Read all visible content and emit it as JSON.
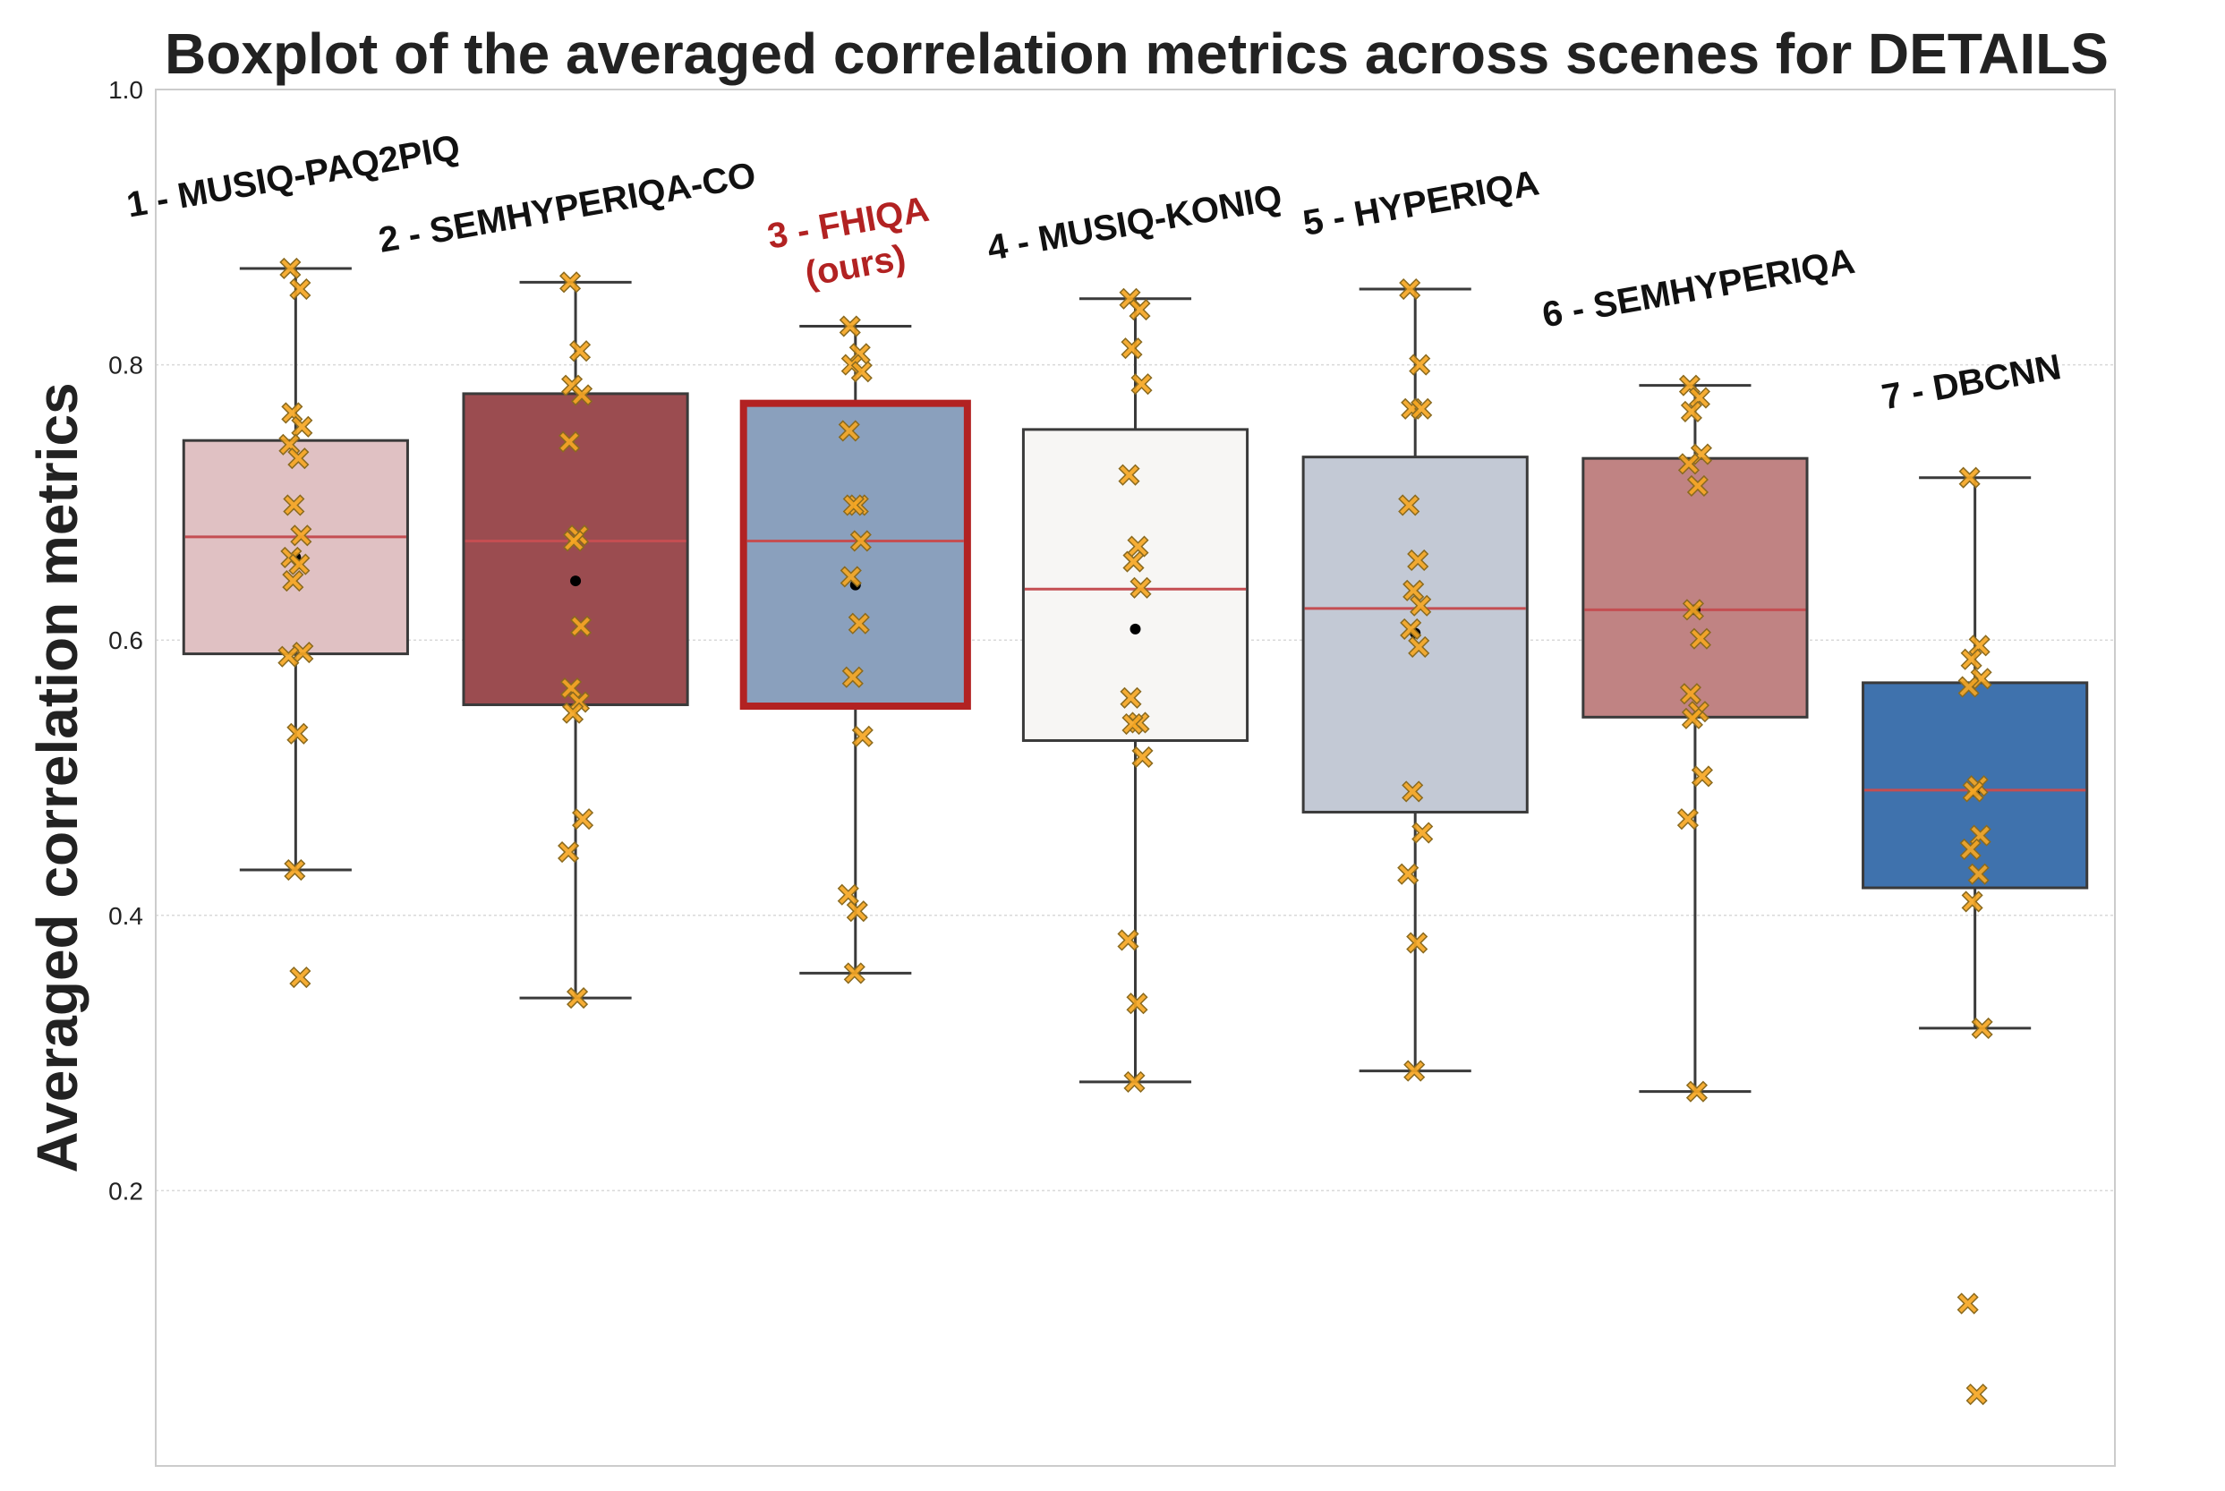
{
  "chart_data": {
    "type": "box",
    "title": "Boxplot of the averaged correlation metrics across scenes for DETAILS",
    "xlabel": "",
    "ylabel": "Averaged correlation metrics",
    "ylim": [
      0.0,
      1.0
    ],
    "yticks": [
      "0.2",
      "0.4",
      "0.6",
      "0.8",
      "1.0"
    ],
    "grid": true,
    "colors": {
      "outlier_marker": "#f5a623",
      "median_line": "#c44e52",
      "highlight_border": "#b22222",
      "highlight_label": "#b22222"
    },
    "boxes": [
      {
        "label": "1 - MUSIQ-PAQ2PIQ",
        "color": "#e0c1c3",
        "q1": 0.59,
        "median": 0.675,
        "q3": 0.745,
        "whisker_low": 0.433,
        "whisker_high": 0.87,
        "mean": 0.66,
        "points": [
          0.87,
          0.855,
          0.765,
          0.755,
          0.742,
          0.732,
          0.698,
          0.676,
          0.66,
          0.655,
          0.643,
          0.591,
          0.588,
          0.532,
          0.433,
          0.355
        ]
      },
      {
        "label": "2 - SEMHYPERIQA-CO",
        "color": "#9b4c50",
        "q1": 0.553,
        "median": 0.672,
        "q3": 0.779,
        "whisker_low": 0.34,
        "whisker_high": 0.86,
        "mean": 0.643,
        "points": [
          0.86,
          0.81,
          0.785,
          0.778,
          0.744,
          0.676,
          0.672,
          0.61,
          0.565,
          0.555,
          0.547,
          0.47,
          0.446,
          0.34
        ]
      },
      {
        "label": "3 - FHIQA\n(ours)",
        "label_line1": "3 - FHIQA",
        "label_line2": "(ours)",
        "highlight": true,
        "color": "#8aa0bd",
        "q1": 0.552,
        "median": 0.672,
        "q3": 0.772,
        "whisker_low": 0.358,
        "whisker_high": 0.828,
        "mean": 0.64,
        "points": [
          0.828,
          0.808,
          0.8,
          0.795,
          0.752,
          0.698,
          0.698,
          0.672,
          0.646,
          0.612,
          0.573,
          0.53,
          0.415,
          0.403,
          0.358
        ]
      },
      {
        "label": "4 - MUSIQ-KONIQ",
        "color": "#f7f6f4",
        "q1": 0.527,
        "median": 0.637,
        "q3": 0.753,
        "whisker_low": 0.279,
        "whisker_high": 0.848,
        "mean": 0.608,
        "points": [
          0.848,
          0.84,
          0.812,
          0.786,
          0.72,
          0.668,
          0.657,
          0.638,
          0.558,
          0.54,
          0.539,
          0.515,
          0.382,
          0.336,
          0.279
        ]
      },
      {
        "label": "5 - HYPERIQA",
        "color": "#c3c9d5",
        "q1": 0.475,
        "median": 0.623,
        "q3": 0.733,
        "whisker_low": 0.287,
        "whisker_high": 0.855,
        "mean": 0.605,
        "points": [
          0.855,
          0.8,
          0.768,
          0.768,
          0.698,
          0.658,
          0.636,
          0.625,
          0.608,
          0.595,
          0.49,
          0.46,
          0.43,
          0.38,
          0.287
        ]
      },
      {
        "label": "6 - SEMHYPERIQA",
        "color": "#c08383",
        "q1": 0.544,
        "median": 0.622,
        "q3": 0.732,
        "whisker_low": 0.272,
        "whisker_high": 0.785,
        "mean": 0.622,
        "points": [
          0.785,
          0.776,
          0.766,
          0.735,
          0.728,
          0.712,
          0.622,
          0.601,
          0.561,
          0.548,
          0.543,
          0.501,
          0.47,
          0.272
        ]
      },
      {
        "label": "7 - DBCNN",
        "color": "#3f72ad",
        "q1": 0.42,
        "median": 0.491,
        "q3": 0.569,
        "whisker_low": 0.318,
        "whisker_high": 0.718,
        "mean": 0.49,
        "points": [
          0.718,
          0.596,
          0.586,
          0.572,
          0.566,
          0.494,
          0.49,
          0.458,
          0.448,
          0.43,
          0.41,
          0.318,
          0.118,
          0.052
        ]
      }
    ]
  }
}
